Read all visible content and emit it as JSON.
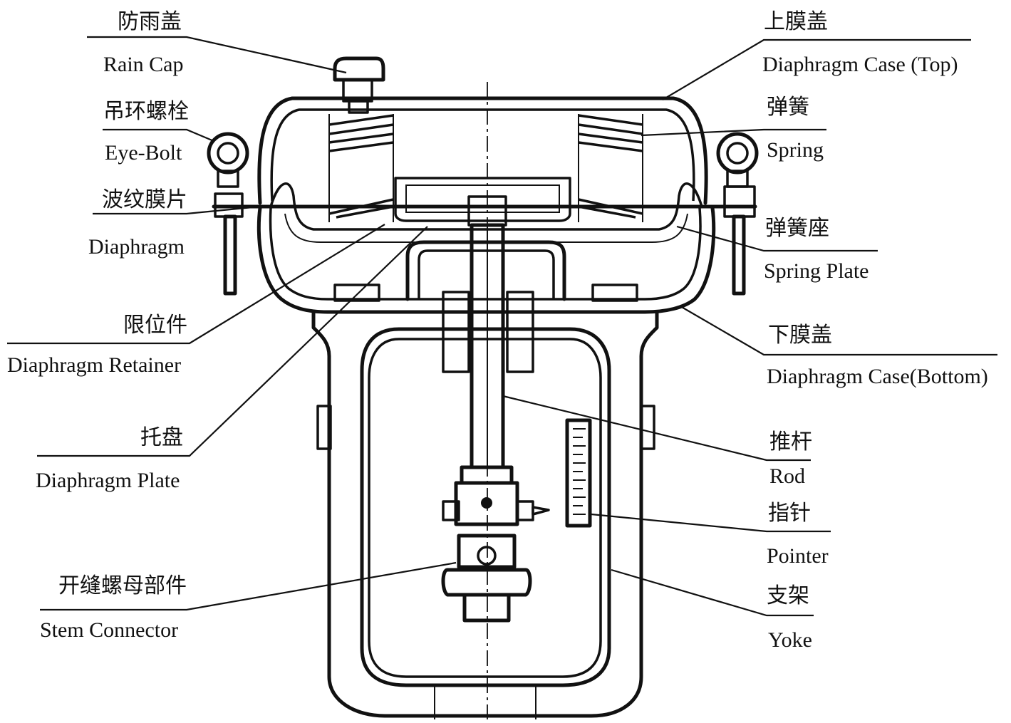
{
  "labels": {
    "rain_cap": {
      "zh": "防雨盖",
      "en": "Rain Cap"
    },
    "eye_bolt": {
      "zh": "吊环螺栓",
      "en": "Eye-Bolt"
    },
    "diaphragm": {
      "zh": "波纹膜片",
      "en": "Diaphragm"
    },
    "diaphragm_retainer": {
      "zh": "限位件",
      "en": "Diaphragm Retainer"
    },
    "diaphragm_plate": {
      "zh": "托盘",
      "en": "Diaphragm Plate"
    },
    "stem_connector": {
      "zh": "开缝螺母部件",
      "en": "Stem Connector"
    },
    "case_top": {
      "zh": "上膜盖",
      "en": "Diaphragm Case (Top)"
    },
    "spring": {
      "zh": "弹簧",
      "en": "Spring"
    },
    "spring_plate": {
      "zh": "弹簧座",
      "en": "Spring Plate"
    },
    "case_bottom": {
      "zh": "下膜盖",
      "en": "Diaphragm Case(Bottom)"
    },
    "rod": {
      "zh": "推杆",
      "en": "Rod"
    },
    "pointer": {
      "zh": "指针",
      "en": "Pointer"
    },
    "yoke": {
      "zh": "支架",
      "en": "Yoke"
    }
  }
}
